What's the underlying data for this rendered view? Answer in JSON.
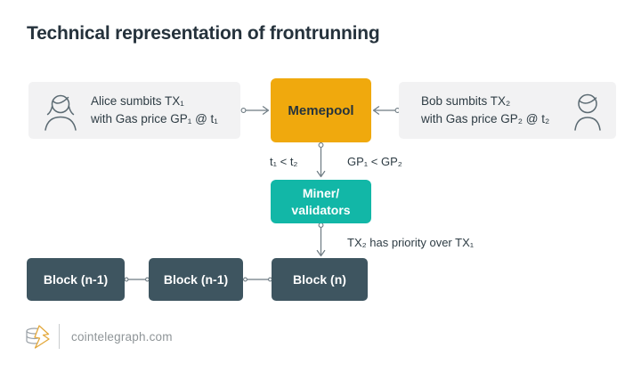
{
  "title": "Technical representation of frontrunning",
  "nodes": {
    "alice": {
      "line1": "Alice sumbits TX₁",
      "line2": "with Gas price GP₁ @ t₁"
    },
    "mempool": {
      "label": "Memepool"
    },
    "bob": {
      "line1": "Bob sumbits TX₂",
      "line2": "with Gas price GP₂ @ t₂"
    },
    "miner": {
      "line1": "Miner/",
      "line2": "validators"
    },
    "blocks": [
      {
        "label": "Block (n-1)"
      },
      {
        "label": "Block (n-1)"
      },
      {
        "label": "Block (n)"
      }
    ]
  },
  "edge_labels": {
    "time": "t₁ < t₂",
    "gas_price": "GP₁ < GP₂",
    "priority": "TX₂ has priority over TX₁"
  },
  "footer": {
    "site": "cointelegraph.com"
  },
  "colors": {
    "mempool": "#F0A90D",
    "miner": "#12B7A7",
    "block": "#3E5560",
    "panel": "#F2F2F3",
    "line": "#6D7A82"
  }
}
